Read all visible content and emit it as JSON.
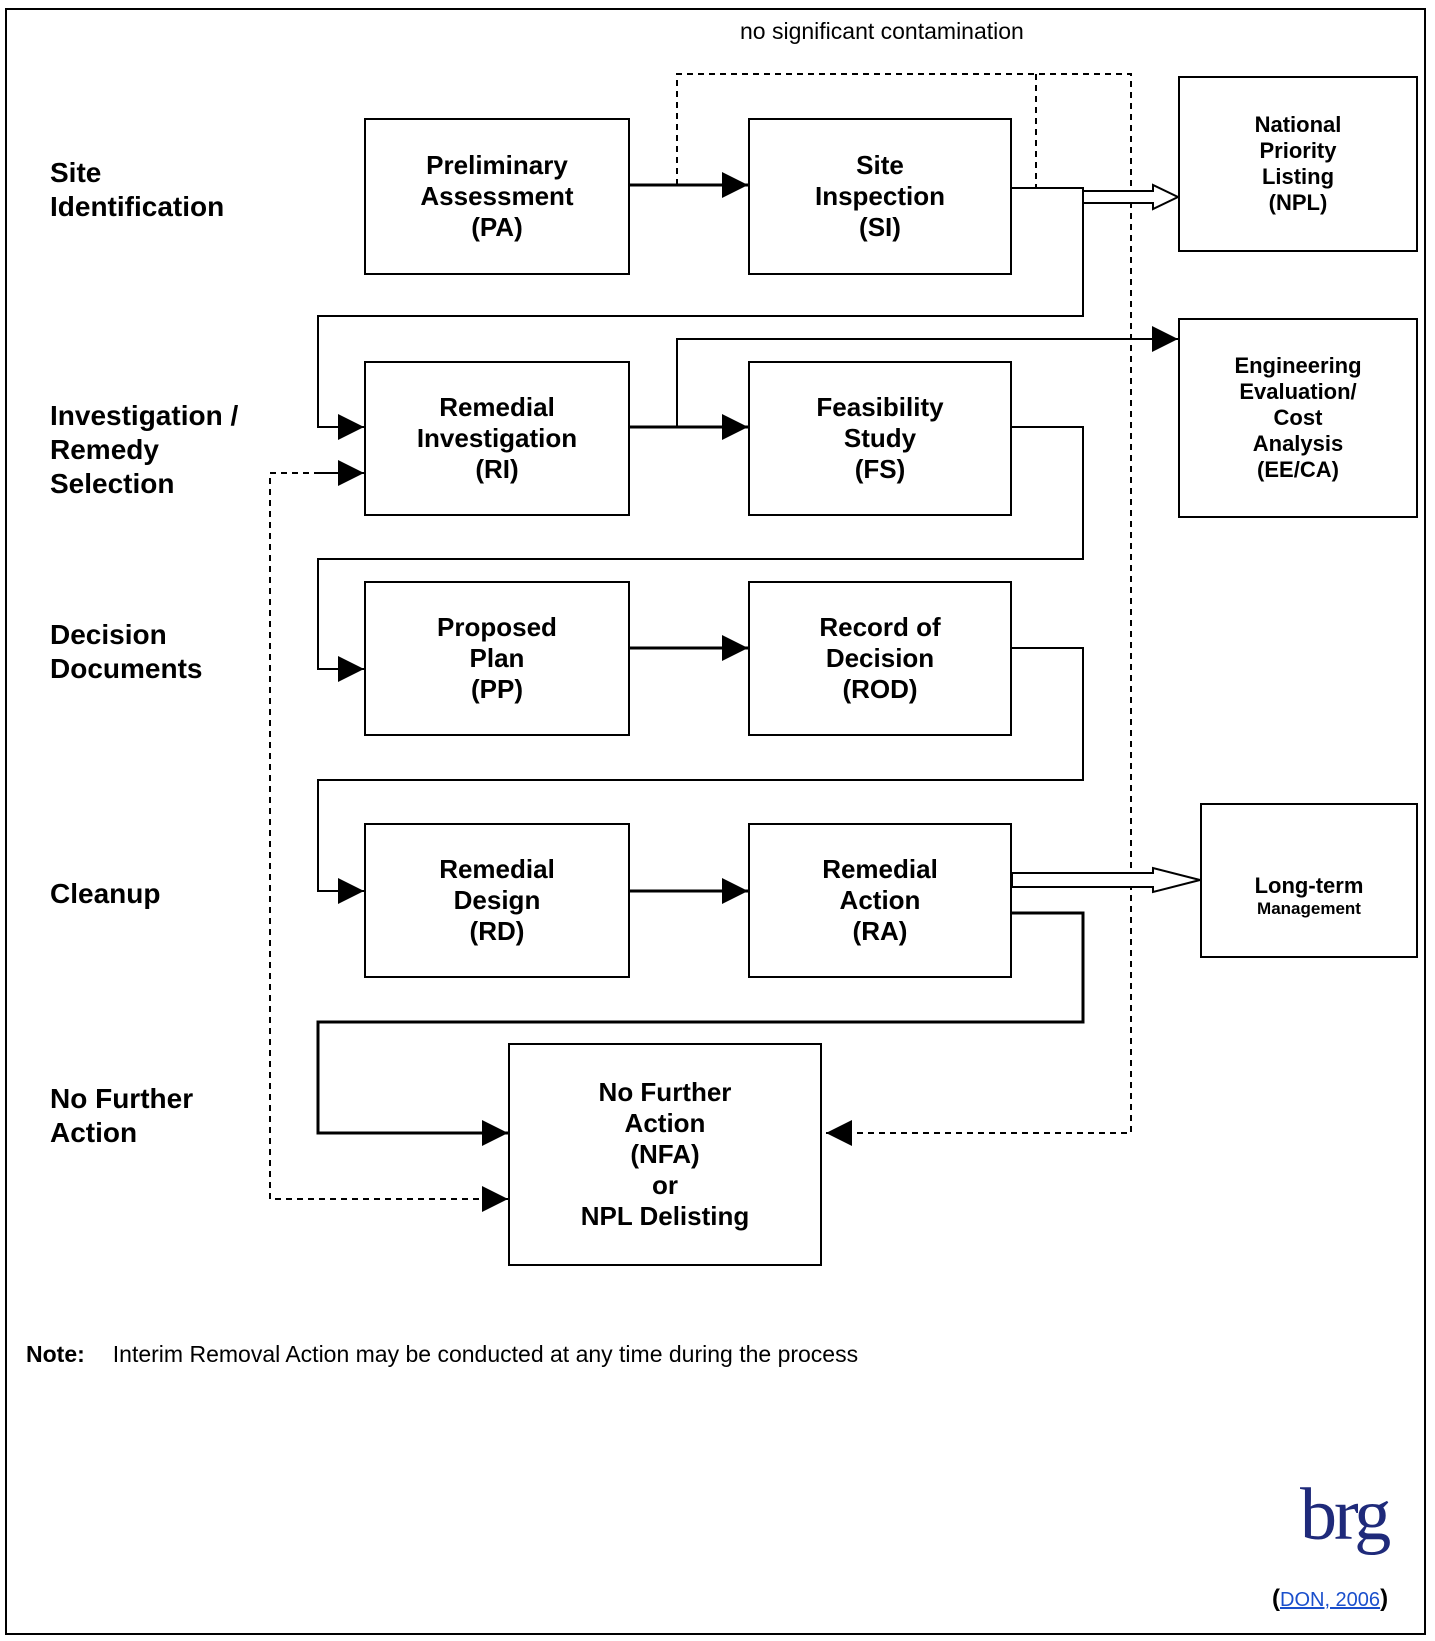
{
  "top_note": "no significant contamination",
  "stages": [
    {
      "key": "site_id",
      "label": "Site\nIdentification"
    },
    {
      "key": "investigation",
      "label": "Investigation /\nRemedy\nSelection"
    },
    {
      "key": "decision",
      "label": "Decision\nDocuments"
    },
    {
      "key": "cleanup",
      "label": "Cleanup"
    },
    {
      "key": "nfa",
      "label": "No Further\nAction"
    }
  ],
  "boxes": {
    "pa": "Preliminary\nAssessment\n(PA)",
    "si": "Site\nInspection\n(SI)",
    "ri": "Remedial\nInvestigation\n(RI)",
    "fs": "Feasibility\nStudy\n(FS)",
    "pp": "Proposed\nPlan\n(PP)",
    "rod": "Record of\nDecision\n(ROD)",
    "rd": "Remedial\nDesign\n(RD)",
    "ra": "Remedial\nAction\n(RA)",
    "nfa": "No Further\nAction\n(NFA)\nor\nNPL  Delisting"
  },
  "side_boxes": {
    "npl": "National\nPriority\nListing\n(NPL)",
    "eeca": "Engineering\nEvaluation/\nCost\nAnalysis\n(EE/CA)",
    "ltm_title": "Long-term",
    "ltm_sub": "Management"
  },
  "note": {
    "label": "Note:",
    "text": "Interim Removal Action may be conducted at any time during the process"
  },
  "logo": "brg",
  "citation": {
    "open": "(",
    "link": "DON, 2006",
    "close": ")"
  }
}
